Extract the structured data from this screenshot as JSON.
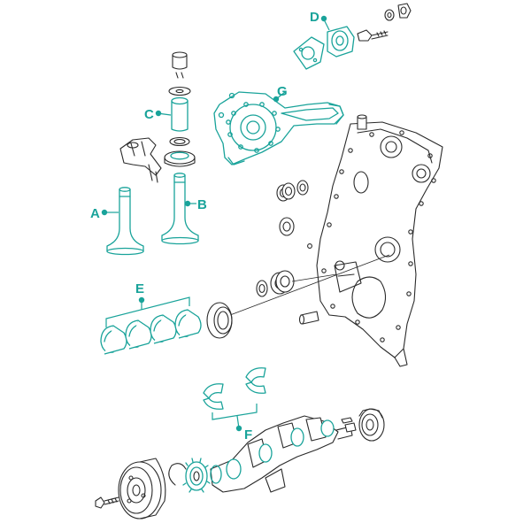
{
  "colors": {
    "accent": "#19a39a",
    "line": "#2a2a2a",
    "background": "#ffffff"
  },
  "labels": {
    "A": "A",
    "B": "B",
    "C": "C",
    "D": "D",
    "E": "E",
    "F": "F",
    "G": "G"
  }
}
